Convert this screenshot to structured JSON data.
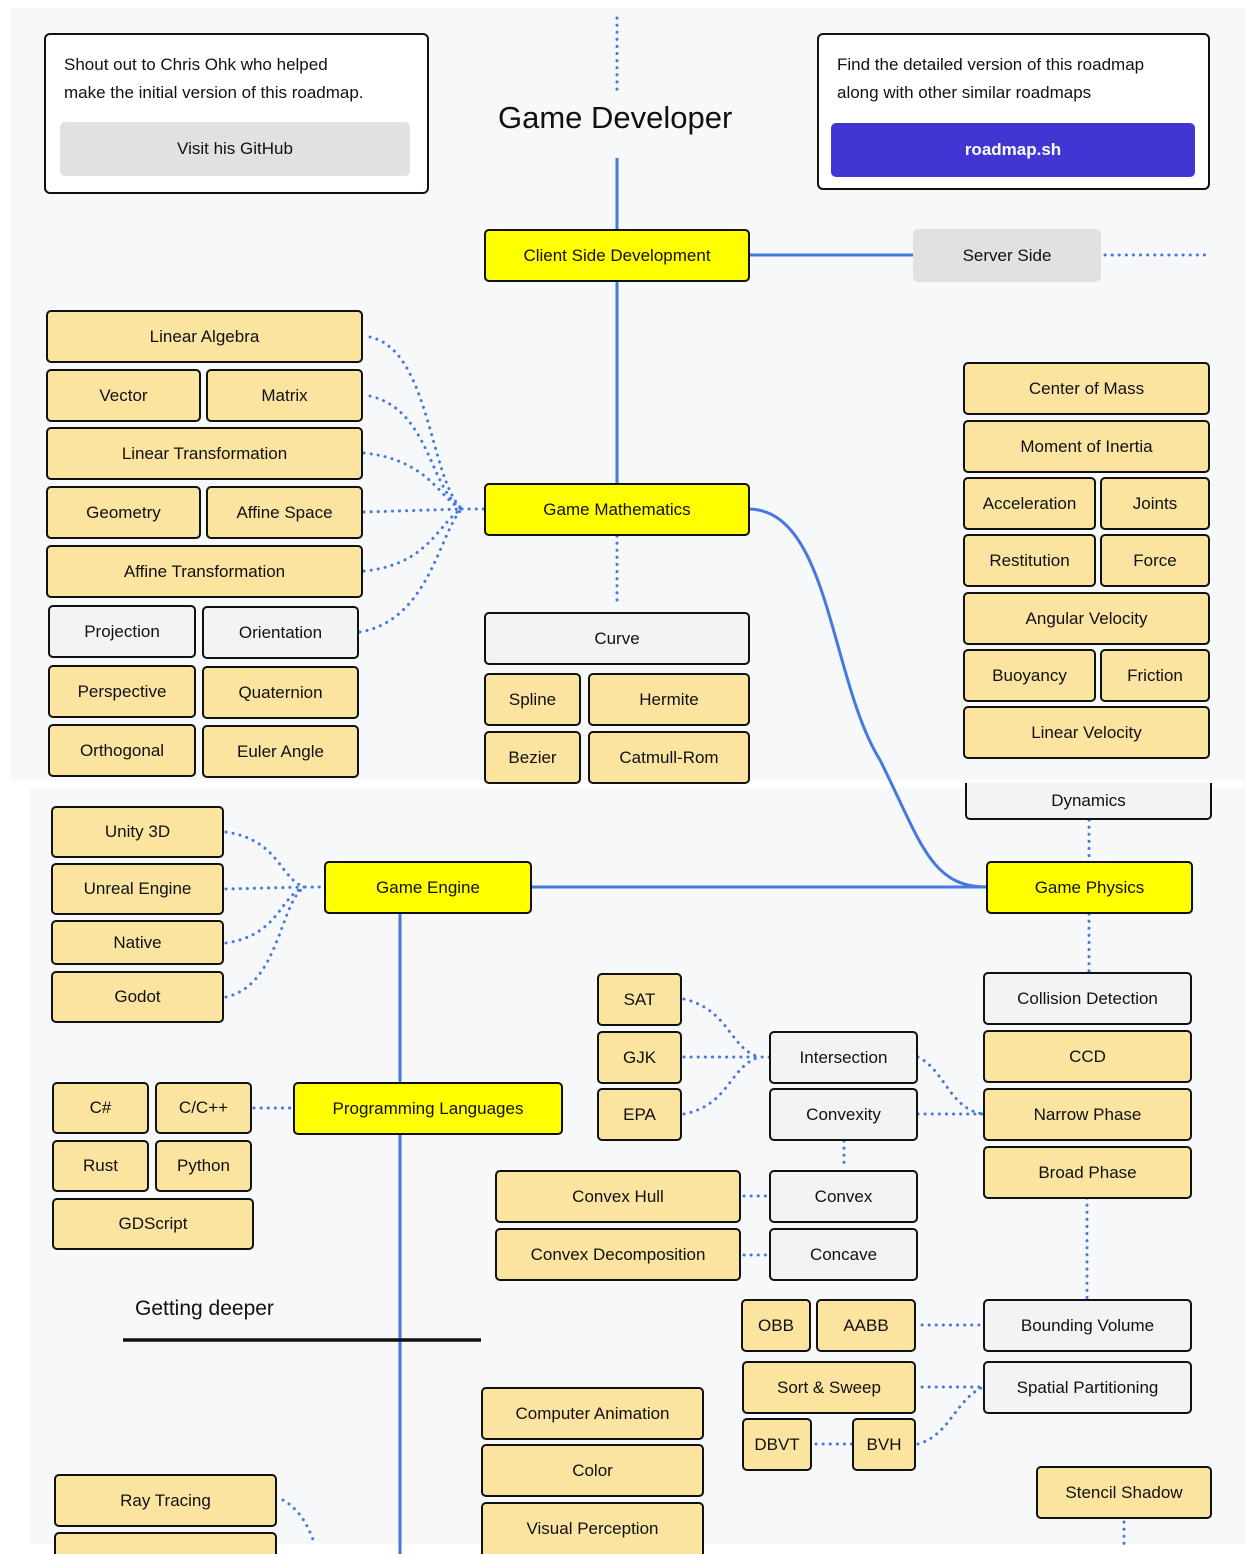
{
  "title": "Game Developer",
  "info_left": {
    "line1": "Shout out to Chris Ohk who helped",
    "line2": "make the initial version of this roadmap.",
    "button": "Visit his GitHub"
  },
  "info_right": {
    "line1": "Find the detailed version of this roadmap",
    "line2": "along with other similar roadmaps",
    "button": "roadmap.sh"
  },
  "colors": {
    "primary": "#ffff00",
    "secondary": "#fbe3a0",
    "neutral": "#f3f3f3",
    "link": "#4479de",
    "brand_button": "#4136d4"
  },
  "main": {
    "client_side": "Client Side Development",
    "server_side": "Server Side",
    "game_math": "Game Mathematics",
    "game_physics": "Game Physics",
    "game_engine": "Game Engine",
    "programming_languages": "Programming Languages"
  },
  "math": {
    "linear_algebra": "Linear Algebra",
    "vector": "Vector",
    "matrix": "Matrix",
    "linear_transformation": "Linear Transformation",
    "geometry": "Geometry",
    "affine_space": "Affine Space",
    "affine_transformation": "Affine Transformation",
    "projection": "Projection",
    "orientation": "Orientation",
    "perspective": "Perspective",
    "quaternion": "Quaternion",
    "orthogonal": "Orthogonal",
    "euler_angle": "Euler Angle",
    "curve": "Curve",
    "spline": "Spline",
    "hermite": "Hermite",
    "bezier": "Bezier",
    "catmull_rom": "Catmull-Rom"
  },
  "physics": {
    "center_of_mass": "Center of Mass",
    "moment_of_inertia": "Moment of Inertia",
    "acceleration": "Acceleration",
    "joints": "Joints",
    "restitution": "Restitution",
    "force": "Force",
    "angular_velocity": "Angular Velocity",
    "buoyancy": "Buoyancy",
    "friction": "Friction",
    "linear_velocity": "Linear Velocity",
    "dynamics": "Dynamics",
    "collision_detection": "Collision Detection",
    "ccd": "CCD",
    "narrow_phase": "Narrow Phase",
    "broad_phase": "Broad Phase",
    "sat": "SAT",
    "gjk": "GJK",
    "epa": "EPA",
    "intersection": "Intersection",
    "convexity": "Convexity",
    "convex_hull": "Convex Hull",
    "convex": "Convex",
    "convex_decomposition": "Convex Decomposition",
    "concave": "Concave",
    "obb": "OBB",
    "aabb": "AABB",
    "bounding_volume": "Bounding Volume",
    "sort_sweep": "Sort & Sweep",
    "spatial_partitioning": "Spatial Partitioning",
    "dbvt": "DBVT",
    "bvh": "BVH"
  },
  "engines": {
    "unity": "Unity 3D",
    "unreal": "Unreal Engine",
    "native": "Native",
    "godot": "Godot"
  },
  "languages": {
    "csharp": "C#",
    "cpp": "C/C++",
    "rust": "Rust",
    "python": "Python",
    "gdscript": "GDScript"
  },
  "deeper": {
    "heading": "Getting deeper",
    "ray_tracing": "Ray Tracing",
    "computer_animation": "Computer Animation",
    "color": "Color",
    "visual_perception": "Visual Perception",
    "stencil_shadow": "Stencil Shadow"
  }
}
